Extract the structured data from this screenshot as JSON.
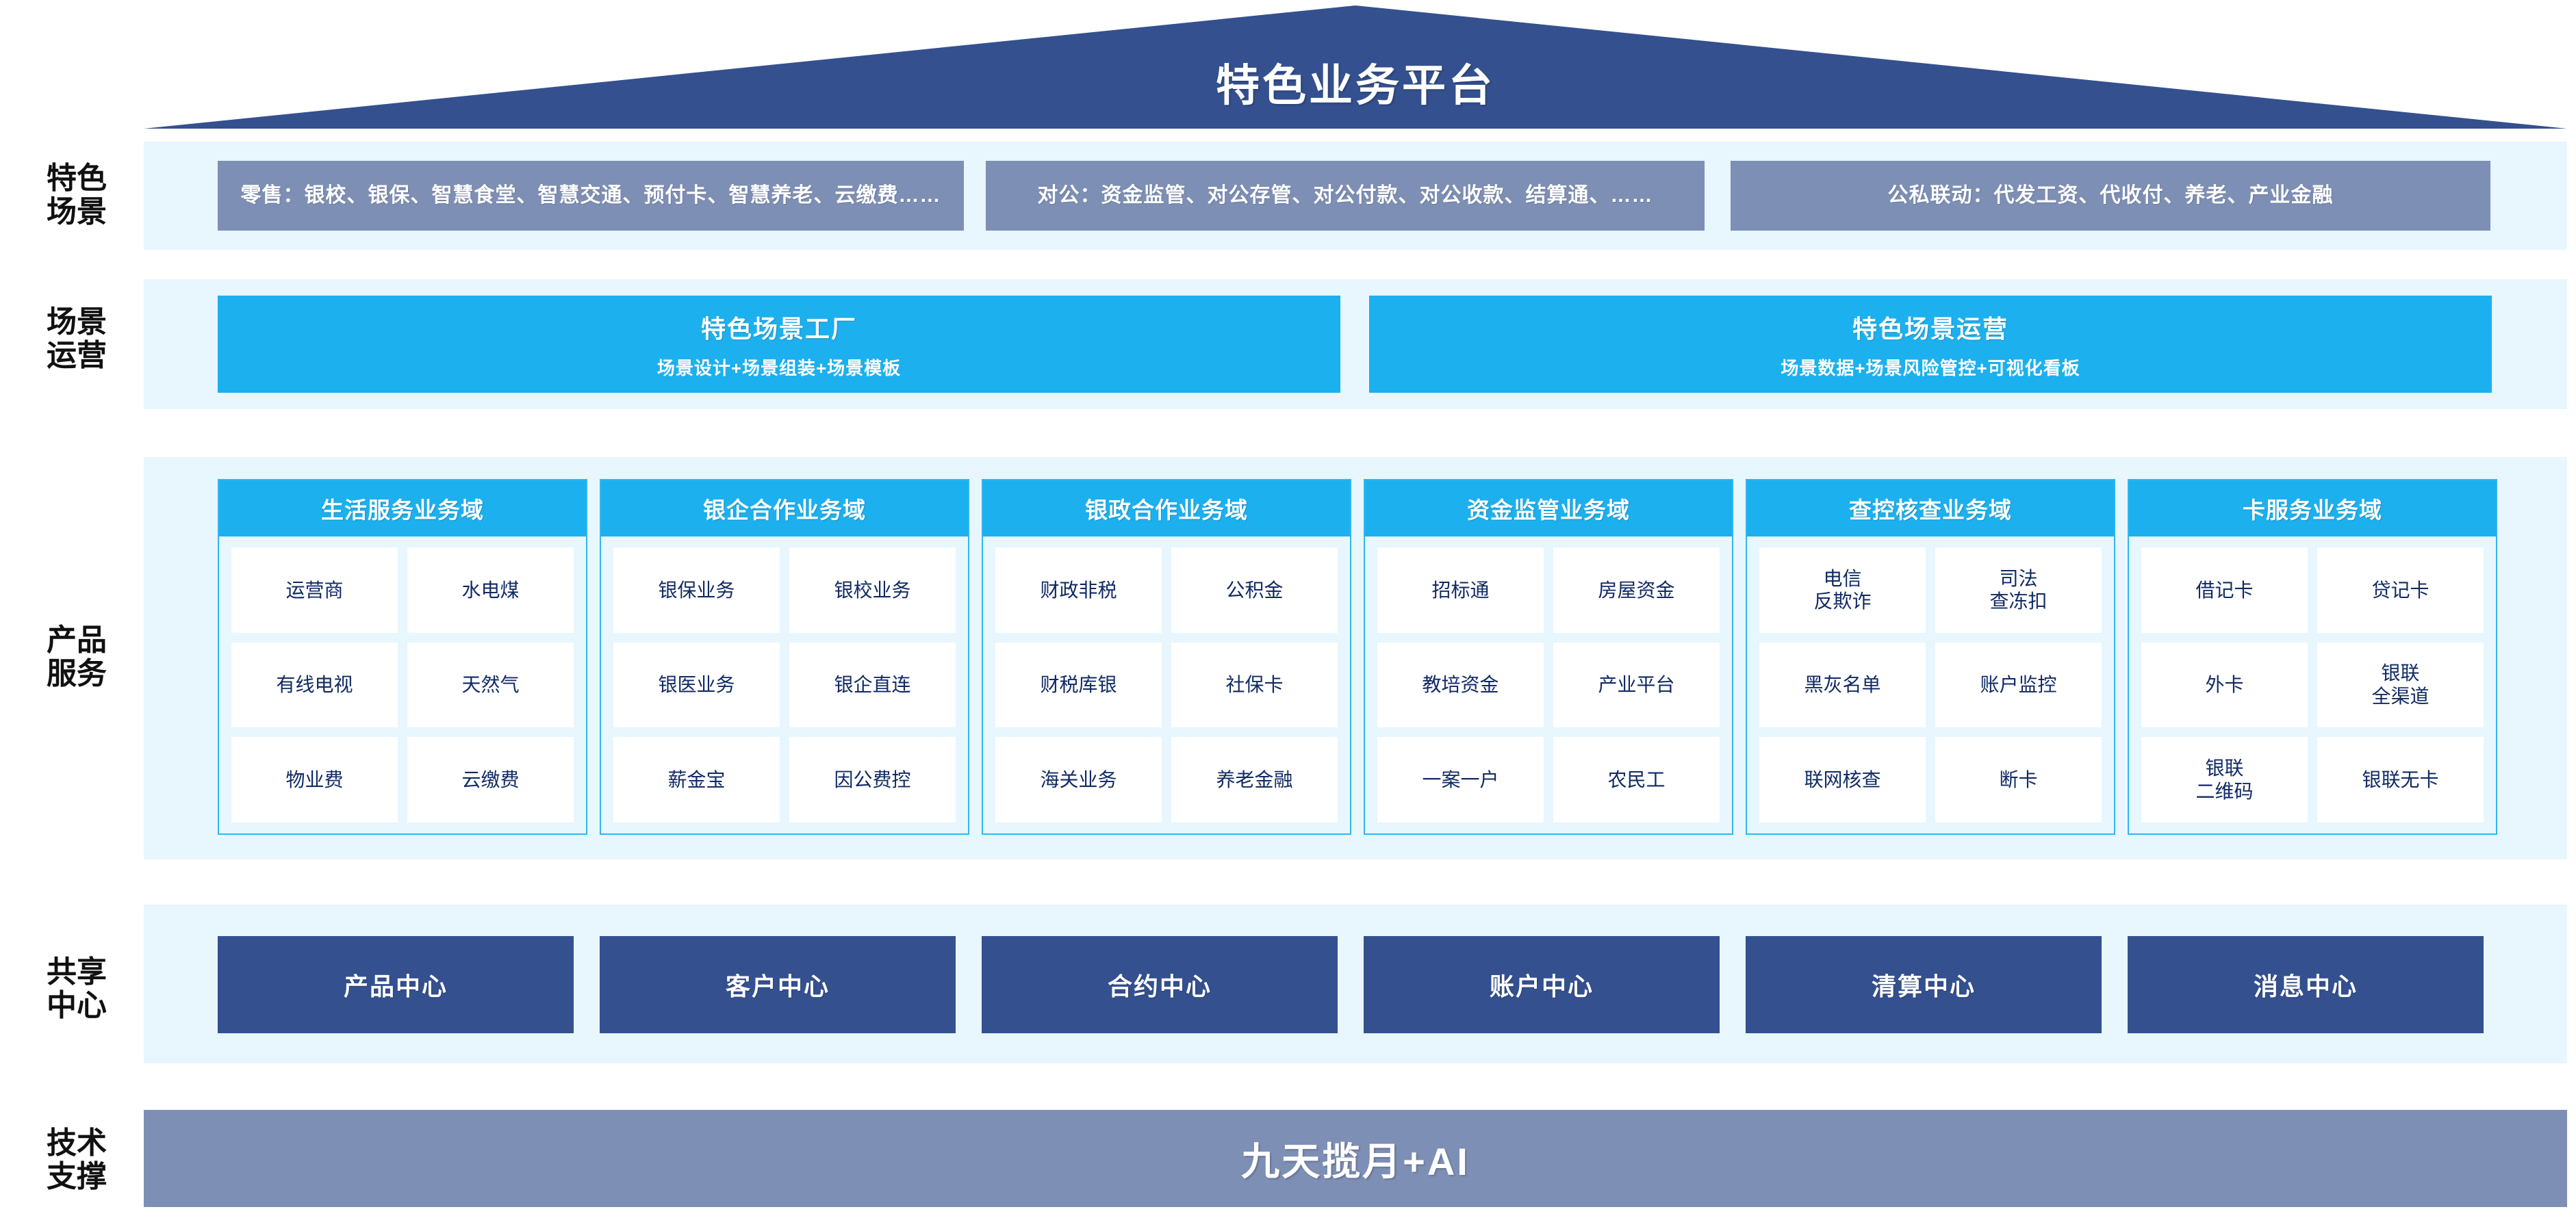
{
  "diagram": {
    "title": "特色业务平台",
    "row_labels": {
      "scenes": "特色\n场景",
      "scene_ops": "场景\n运营",
      "product_services": "产品\n服务",
      "shared_centers": "共享\n中心",
      "tech_support": "技术\n支撑"
    },
    "scenes": [
      {
        "label": "零售：银校、银保、智慧食堂、智慧交通、预付卡、智慧养老、云缴费……"
      },
      {
        "label": "对公：资金监管、对公存管、对公付款、对公收款、结算通、……"
      },
      {
        "label": "公私联动：代发工资、代收付、养老、产业金融"
      }
    ],
    "scene_operations": [
      {
        "title": "特色场景工厂",
        "subtitle": "场景设计+场景组装+场景模板"
      },
      {
        "title": "特色场景运营",
        "subtitle": "场景数据+场景风险管控+可视化看板"
      }
    ],
    "product_domains": [
      {
        "title": "生活服务业务域",
        "items": [
          "运营商",
          "水电煤",
          "有线电视",
          "天然气",
          "物业费",
          "云缴费"
        ]
      },
      {
        "title": "银企合作业务域",
        "items": [
          "银保业务",
          "银校业务",
          "银医业务",
          "银企直连",
          "薪金宝",
          "因公费控"
        ]
      },
      {
        "title": "银政合作业务域",
        "items": [
          "财政非税",
          "公积金",
          "财税库银",
          "社保卡",
          "海关业务",
          "养老金融"
        ]
      },
      {
        "title": "资金监管业务域",
        "items": [
          "招标通",
          "房屋资金",
          "教培资金",
          "产业平台",
          "一案一户",
          "农民工"
        ]
      },
      {
        "title": "查控核查业务域",
        "items": [
          "电信\n反欺诈",
          "司法\n查冻扣",
          "黑灰名单",
          "账户监控",
          "联网核查",
          "断卡"
        ]
      },
      {
        "title": "卡服务业务域",
        "items": [
          "借记卡",
          "贷记卡",
          "外卡",
          "银联\n全渠道",
          "银联\n二维码",
          "银联无卡"
        ]
      }
    ],
    "shared_centers": [
      {
        "label": "产品中心"
      },
      {
        "label": "客户中心"
      },
      {
        "label": "合约中心"
      },
      {
        "label": "账户中心"
      },
      {
        "label": "清算中心"
      },
      {
        "label": "消息中心"
      }
    ],
    "tech_support": {
      "label": "九天揽月+AI"
    },
    "colors": {
      "roof": "#34508f",
      "scene_box": "#7e8fb5",
      "accent_cyan": "#1cb0ee",
      "band": "#e8f6fd",
      "center_box": "#34508f",
      "tech_bar": "#7e8fb5",
      "cell_text": "#102a64"
    }
  }
}
